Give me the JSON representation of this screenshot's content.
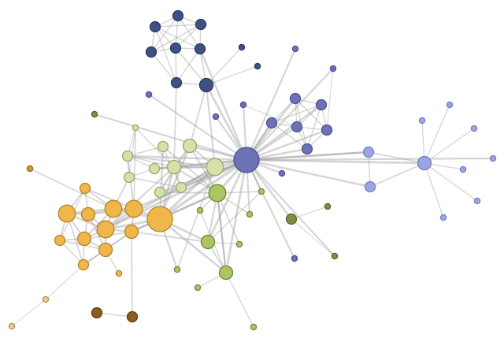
{
  "graph": {
    "groups": {
      "navy": {
        "fill": "#3f5182",
        "stroke": "#2b3a62"
      },
      "blue": {
        "fill": "#6c72b5",
        "stroke": "#4d5296"
      },
      "periwinkle": {
        "fill": "#9aa6e4",
        "stroke": "#7480c4"
      },
      "orange": {
        "fill": "#efb64a",
        "stroke": "#b5842a"
      },
      "pale-green": {
        "fill": "#d6e0a8",
        "stroke": "#98a86a"
      },
      "green": {
        "fill": "#a9c662",
        "stroke": "#71883a"
      },
      "olive": {
        "fill": "#7b9040",
        "stroke": "#556627"
      },
      "tan": {
        "fill": "#eec98a",
        "stroke": "#b48f55"
      },
      "brown": {
        "fill": "#8b5e1f",
        "stroke": "#5d3d10"
      },
      "amber": {
        "fill": "#d6952d",
        "stroke": "#9c6a18"
      }
    },
    "nodes": [
      {
        "id": "n0",
        "group": "navy",
        "size": "m"
      },
      {
        "id": "n1",
        "group": "navy",
        "size": "m"
      },
      {
        "id": "n2",
        "group": "navy",
        "size": "m"
      },
      {
        "id": "n3",
        "group": "navy",
        "size": "m"
      },
      {
        "id": "n4",
        "group": "navy",
        "size": "m"
      },
      {
        "id": "n5",
        "group": "navy",
        "size": "m"
      },
      {
        "id": "n6",
        "group": "navy",
        "size": "m"
      },
      {
        "id": "n7",
        "group": "navy",
        "size": "l"
      },
      {
        "id": "n8",
        "group": "navy",
        "size": "s"
      },
      {
        "id": "n9",
        "group": "navy",
        "size": "s"
      },
      {
        "id": "n10",
        "group": "blue",
        "size": "s"
      },
      {
        "id": "n11",
        "group": "blue",
        "size": "s"
      },
      {
        "id": "n12",
        "group": "blue",
        "size": "s"
      },
      {
        "id": "n13",
        "group": "blue",
        "size": "s"
      },
      {
        "id": "n14",
        "group": "blue",
        "size": "s"
      },
      {
        "id": "n15",
        "group": "blue",
        "size": "m"
      },
      {
        "id": "n16",
        "group": "blue",
        "size": "m"
      },
      {
        "id": "n17",
        "group": "blue",
        "size": "m"
      },
      {
        "id": "n18",
        "group": "blue",
        "size": "m"
      },
      {
        "id": "n19",
        "group": "blue",
        "size": "m"
      },
      {
        "id": "n20",
        "group": "blue",
        "size": "m"
      },
      {
        "id": "n21",
        "group": "blue",
        "size": "xxl"
      },
      {
        "id": "n22",
        "group": "blue",
        "size": "s"
      },
      {
        "id": "n23",
        "group": "blue",
        "size": "s"
      },
      {
        "id": "n24",
        "group": "periwinkle",
        "size": "m"
      },
      {
        "id": "n25",
        "group": "periwinkle",
        "size": "m"
      },
      {
        "id": "n26",
        "group": "periwinkle",
        "size": "l"
      },
      {
        "id": "n27",
        "group": "periwinkle",
        "size": "s"
      },
      {
        "id": "n28",
        "group": "periwinkle",
        "size": "s"
      },
      {
        "id": "n29",
        "group": "periwinkle",
        "size": "s"
      },
      {
        "id": "n30",
        "group": "periwinkle",
        "size": "s"
      },
      {
        "id": "n31",
        "group": "periwinkle",
        "size": "s"
      },
      {
        "id": "n32",
        "group": "periwinkle",
        "size": "s"
      },
      {
        "id": "n33",
        "group": "periwinkle",
        "size": "s"
      },
      {
        "id": "n34",
        "group": "pale-green",
        "size": "s"
      },
      {
        "id": "n35",
        "group": "pale-green",
        "size": "m"
      },
      {
        "id": "n36",
        "group": "pale-green",
        "size": "l"
      },
      {
        "id": "n37",
        "group": "pale-green",
        "size": "m"
      },
      {
        "id": "n38",
        "group": "pale-green",
        "size": "m"
      },
      {
        "id": "n39",
        "group": "pale-green",
        "size": "xl"
      },
      {
        "id": "n40",
        "group": "pale-green",
        "size": "l"
      },
      {
        "id": "n41",
        "group": "pale-green",
        "size": "m"
      },
      {
        "id": "n42",
        "group": "pale-green",
        "size": "m"
      },
      {
        "id": "n43",
        "group": "pale-green",
        "size": "m"
      },
      {
        "id": "n44",
        "group": "green",
        "size": "xl"
      },
      {
        "id": "n45",
        "group": "green",
        "size": "s"
      },
      {
        "id": "n46",
        "group": "green",
        "size": "s"
      },
      {
        "id": "n47",
        "group": "green",
        "size": "s"
      },
      {
        "id": "n48",
        "group": "green",
        "size": "l"
      },
      {
        "id": "n49",
        "group": "green",
        "size": "s"
      },
      {
        "id": "n50",
        "group": "green",
        "size": "l"
      },
      {
        "id": "n51",
        "group": "green",
        "size": "s"
      },
      {
        "id": "n52",
        "group": "green",
        "size": "s"
      },
      {
        "id": "n53",
        "group": "green",
        "size": "s"
      },
      {
        "id": "n54",
        "group": "olive",
        "size": "m"
      },
      {
        "id": "n55",
        "group": "olive",
        "size": "s"
      },
      {
        "id": "n56",
        "group": "olive",
        "size": "s"
      },
      {
        "id": "n57",
        "group": "olive",
        "size": "s"
      },
      {
        "id": "n58",
        "group": "amber",
        "size": "s"
      },
      {
        "id": "n59",
        "group": "orange",
        "size": "m"
      },
      {
        "id": "n60",
        "group": "orange",
        "size": "xl"
      },
      {
        "id": "n61",
        "group": "orange",
        "size": "l"
      },
      {
        "id": "n62",
        "group": "orange",
        "size": "xl"
      },
      {
        "id": "n63",
        "group": "orange",
        "size": "xl"
      },
      {
        "id": "n64",
        "group": "orange",
        "size": "m"
      },
      {
        "id": "n65",
        "group": "orange",
        "size": "l"
      },
      {
        "id": "n66",
        "group": "orange",
        "size": "xl"
      },
      {
        "id": "n67",
        "group": "orange",
        "size": "l"
      },
      {
        "id": "n68",
        "group": "orange",
        "size": "xxl"
      },
      {
        "id": "n69",
        "group": "orange",
        "size": "l"
      },
      {
        "id": "n70",
        "group": "orange",
        "size": "m"
      },
      {
        "id": "n71",
        "group": "orange",
        "size": "s"
      },
      {
        "id": "n72",
        "group": "tan",
        "size": "s"
      },
      {
        "id": "n73",
        "group": "tan",
        "size": "s"
      },
      {
        "id": "n74",
        "group": "brown",
        "size": "m"
      },
      {
        "id": "n75",
        "group": "brown",
        "size": "m"
      }
    ],
    "edges": [
      [
        "n0",
        "n1"
      ],
      [
        "n0",
        "n2"
      ],
      [
        "n0",
        "n3"
      ],
      [
        "n0",
        "n4"
      ],
      [
        "n0",
        "n5"
      ],
      [
        "n0",
        "n6"
      ],
      [
        "n1",
        "n2"
      ],
      [
        "n1",
        "n3"
      ],
      [
        "n1",
        "n4"
      ],
      [
        "n1",
        "n5"
      ],
      [
        "n2",
        "n3"
      ],
      [
        "n2",
        "n4"
      ],
      [
        "n2",
        "n5"
      ],
      [
        "n3",
        "n4"
      ],
      [
        "n3",
        "n6"
      ],
      [
        "n4",
        "n5"
      ],
      [
        "n4",
        "n6"
      ],
      [
        "n5",
        "n6"
      ],
      [
        "n5",
        "n7"
      ],
      [
        "n6",
        "n7"
      ],
      [
        "n4",
        "n7"
      ],
      [
        "n7",
        "n21"
      ],
      [
        "n7",
        "n8"
      ],
      [
        "n7",
        "n9"
      ],
      [
        "n7",
        "n40"
      ],
      [
        "n6",
        "n36"
      ],
      [
        "n7",
        "n39"
      ],
      [
        "n5",
        "n21"
      ],
      [
        "n21",
        "n10"
      ],
      [
        "n21",
        "n11"
      ],
      [
        "n21",
        "n12"
      ],
      [
        "n21",
        "n13"
      ],
      [
        "n21",
        "n14"
      ],
      [
        "n21",
        "n15"
      ],
      [
        "n21",
        "n16"
      ],
      [
        "n21",
        "n17"
      ],
      [
        "n21",
        "n18"
      ],
      [
        "n21",
        "n19"
      ],
      [
        "n21",
        "n20"
      ],
      [
        "n21",
        "n22"
      ],
      [
        "n21",
        "n23"
      ],
      [
        "n21",
        "n24"
      ],
      [
        "n21",
        "n25"
      ],
      [
        "n21",
        "n26"
      ],
      [
        "n21",
        "n39"
      ],
      [
        "n21",
        "n40"
      ],
      [
        "n21",
        "n36"
      ],
      [
        "n21",
        "n44"
      ],
      [
        "n21",
        "n45"
      ],
      [
        "n21",
        "n47"
      ],
      [
        "n21",
        "n54"
      ],
      [
        "n21",
        "n68"
      ],
      [
        "n21",
        "n66"
      ],
      [
        "n21",
        "n63"
      ],
      [
        "n21",
        "n50"
      ],
      [
        "n21",
        "n48"
      ],
      [
        "n21",
        "n38"
      ],
      [
        "n21",
        "n41"
      ],
      [
        "n21",
        "n35"
      ],
      [
        "n21",
        "n42"
      ],
      [
        "n21",
        "n33"
      ],
      [
        "n15",
        "n16"
      ],
      [
        "n15",
        "n17"
      ],
      [
        "n15",
        "n18"
      ],
      [
        "n15",
        "n19"
      ],
      [
        "n15",
        "n20"
      ],
      [
        "n16",
        "n17"
      ],
      [
        "n16",
        "n18"
      ],
      [
        "n16",
        "n19"
      ],
      [
        "n17",
        "n18"
      ],
      [
        "n17",
        "n19"
      ],
      [
        "n17",
        "n20"
      ],
      [
        "n18",
        "n19"
      ],
      [
        "n19",
        "n20"
      ],
      [
        "n16",
        "n20"
      ],
      [
        "n14",
        "n17"
      ],
      [
        "n18",
        "n11"
      ],
      [
        "n20",
        "n21"
      ],
      [
        "n24",
        "n25"
      ],
      [
        "n24",
        "n26"
      ],
      [
        "n25",
        "n26"
      ],
      [
        "n24",
        "n21"
      ],
      [
        "n26",
        "n27"
      ],
      [
        "n26",
        "n28"
      ],
      [
        "n26",
        "n29"
      ],
      [
        "n26",
        "n30"
      ],
      [
        "n26",
        "n31"
      ],
      [
        "n26",
        "n32"
      ],
      [
        "n54",
        "n55"
      ],
      [
        "n54",
        "n57"
      ],
      [
        "n21",
        "n56"
      ],
      [
        "n21",
        "n57"
      ],
      [
        "n34",
        "n35"
      ],
      [
        "n34",
        "n36"
      ],
      [
        "n34",
        "n37"
      ],
      [
        "n35",
        "n36"
      ],
      [
        "n35",
        "n37"
      ],
      [
        "n35",
        "n38"
      ],
      [
        "n35",
        "n39"
      ],
      [
        "n36",
        "n38"
      ],
      [
        "n36",
        "n39"
      ],
      [
        "n36",
        "n40"
      ],
      [
        "n36",
        "n41"
      ],
      [
        "n36",
        "n42"
      ],
      [
        "n37",
        "n38"
      ],
      [
        "n37",
        "n41"
      ],
      [
        "n38",
        "n39"
      ],
      [
        "n39",
        "n40"
      ],
      [
        "n39",
        "n41"
      ],
      [
        "n40",
        "n44"
      ],
      [
        "n41",
        "n42"
      ],
      [
        "n41",
        "n43"
      ],
      [
        "n42",
        "n44"
      ],
      [
        "n43",
        "n44"
      ],
      [
        "n40",
        "n42"
      ],
      [
        "n35",
        "n43"
      ],
      [
        "n44",
        "n45"
      ],
      [
        "n44",
        "n46"
      ],
      [
        "n44",
        "n47"
      ],
      [
        "n44",
        "n48"
      ],
      [
        "n44",
        "n49"
      ],
      [
        "n44",
        "n50"
      ],
      [
        "n48",
        "n50"
      ],
      [
        "n48",
        "n49"
      ],
      [
        "n50",
        "n51"
      ],
      [
        "n50",
        "n53"
      ],
      [
        "n45",
        "n48"
      ],
      [
        "n46",
        "n50"
      ],
      [
        "n59",
        "n60"
      ],
      [
        "n59",
        "n61"
      ],
      [
        "n59",
        "n62"
      ],
      [
        "n59",
        "n63"
      ],
      [
        "n60",
        "n61"
      ],
      [
        "n60",
        "n62"
      ],
      [
        "n60",
        "n64"
      ],
      [
        "n60",
        "n65"
      ],
      [
        "n60",
        "n66"
      ],
      [
        "n61",
        "n62"
      ],
      [
        "n61",
        "n63"
      ],
      [
        "n61",
        "n65"
      ],
      [
        "n61",
        "n66"
      ],
      [
        "n61",
        "n67"
      ],
      [
        "n62",
        "n63"
      ],
      [
        "n62",
        "n65"
      ],
      [
        "n62",
        "n66"
      ],
      [
        "n62",
        "n68"
      ],
      [
        "n63",
        "n66"
      ],
      [
        "n63",
        "n68"
      ],
      [
        "n63",
        "n69"
      ],
      [
        "n64",
        "n65"
      ],
      [
        "n64",
        "n67"
      ],
      [
        "n64",
        "n70"
      ],
      [
        "n65",
        "n66"
      ],
      [
        "n65",
        "n67"
      ],
      [
        "n65",
        "n69"
      ],
      [
        "n65",
        "n70"
      ],
      [
        "n66",
        "n67"
      ],
      [
        "n66",
        "n68"
      ],
      [
        "n66",
        "n69"
      ],
      [
        "n67",
        "n69"
      ],
      [
        "n67",
        "n70"
      ],
      [
        "n67",
        "n71"
      ],
      [
        "n68",
        "n69"
      ],
      [
        "n69",
        "n70"
      ],
      [
        "n60",
        "n70"
      ],
      [
        "n58",
        "n62"
      ],
      [
        "n59",
        "n64"
      ],
      [
        "n68",
        "n36"
      ],
      [
        "n68",
        "n39"
      ],
      [
        "n68",
        "n40"
      ],
      [
        "n68",
        "n43"
      ],
      [
        "n68",
        "n44"
      ],
      [
        "n68",
        "n48"
      ],
      [
        "n68",
        "n50"
      ],
      [
        "n66",
        "n36"
      ],
      [
        "n66",
        "n39"
      ],
      [
        "n63",
        "n35"
      ],
      [
        "n63",
        "n34"
      ],
      [
        "n62",
        "n37"
      ],
      [
        "n69",
        "n48"
      ],
      [
        "n69",
        "n44"
      ],
      [
        "n68",
        "n52"
      ],
      [
        "n70",
        "n72"
      ],
      [
        "n72",
        "n73"
      ],
      [
        "n69",
        "n75"
      ],
      [
        "n74",
        "n75"
      ],
      [
        "n39",
        "n52"
      ],
      [
        "n36",
        "n44"
      ],
      [
        "n44",
        "n50"
      ]
    ]
  }
}
